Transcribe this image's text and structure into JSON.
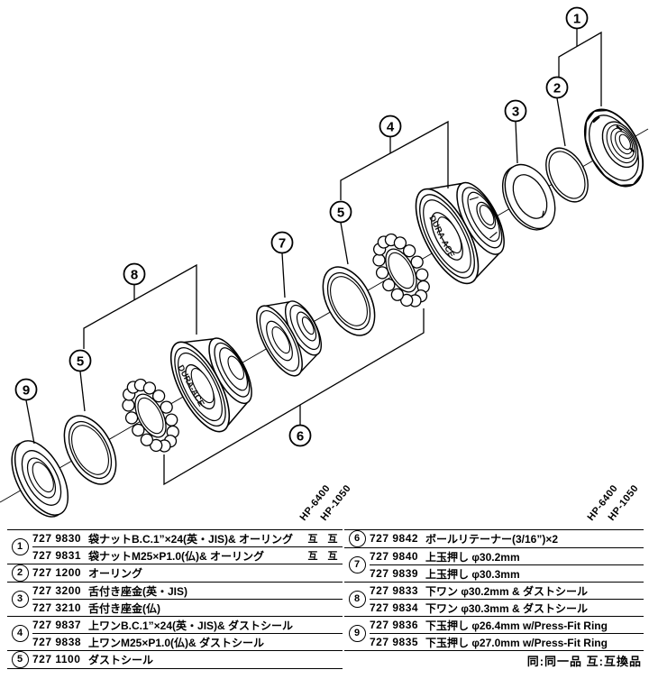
{
  "diagram": {
    "callout_numbers": [
      "1",
      "2",
      "3",
      "4",
      "5",
      "6",
      "7",
      "8",
      "9"
    ],
    "cup_label": "DURA-ACE",
    "model_labels": [
      "HP-6400",
      "HP-1050"
    ]
  },
  "table": {
    "left": {
      "groups": [
        {
          "num": "1",
          "rows": [
            {
              "part_no": "727 9830",
              "desc": "袋ナットB.C.1”×24(英・JIS)& オーリング",
              "marks": [
                "互",
                "互"
              ]
            },
            {
              "part_no": "727 9831",
              "desc": "袋ナットM25×P1.0(仏)& オーリング",
              "marks": [
                "互",
                "互"
              ]
            }
          ]
        },
        {
          "num": "2",
          "rows": [
            {
              "part_no": "727 1200",
              "desc": "オーリング"
            }
          ]
        },
        {
          "num": "3",
          "rows": [
            {
              "part_no": "727 3200",
              "desc": "舌付き座金(英・JIS)"
            },
            {
              "part_no": "727 3210",
              "desc": "舌付き座金(仏)"
            }
          ]
        },
        {
          "num": "4",
          "rows": [
            {
              "part_no": "727 9837",
              "desc": "上ワンB.C.1”×24(英・JIS)& ダストシール"
            },
            {
              "part_no": "727 9838",
              "desc": "上ワンM25×P1.0(仏)& ダストシール"
            }
          ]
        },
        {
          "num": "5",
          "rows": [
            {
              "part_no": "727 1100",
              "desc": "ダストシール"
            }
          ]
        }
      ]
    },
    "right": {
      "groups": [
        {
          "num": "6",
          "rows": [
            {
              "part_no": "727 9842",
              "desc": "ボールリテーナー(3/16”)×2"
            }
          ]
        },
        {
          "num": "7",
          "rows": [
            {
              "part_no": "727 9840",
              "desc": "上玉押し φ30.2mm"
            },
            {
              "part_no": "727 9839",
              "desc": "上玉押し φ30.3mm"
            }
          ]
        },
        {
          "num": "8",
          "rows": [
            {
              "part_no": "727 9833",
              "desc": "下ワン φ30.2mm & ダストシール"
            },
            {
              "part_no": "727 9834",
              "desc": "下ワン φ30.3mm & ダストシール"
            }
          ]
        },
        {
          "num": "9",
          "rows": [
            {
              "part_no": "727 9836",
              "desc": "下玉押し φ26.4mm w/Press-Fit Ring"
            },
            {
              "part_no": "727 9835",
              "desc": "下玉押し φ27.0mm w/Press-Fit Ring"
            }
          ]
        }
      ]
    },
    "legend": "同:同一品  互:互換品"
  }
}
